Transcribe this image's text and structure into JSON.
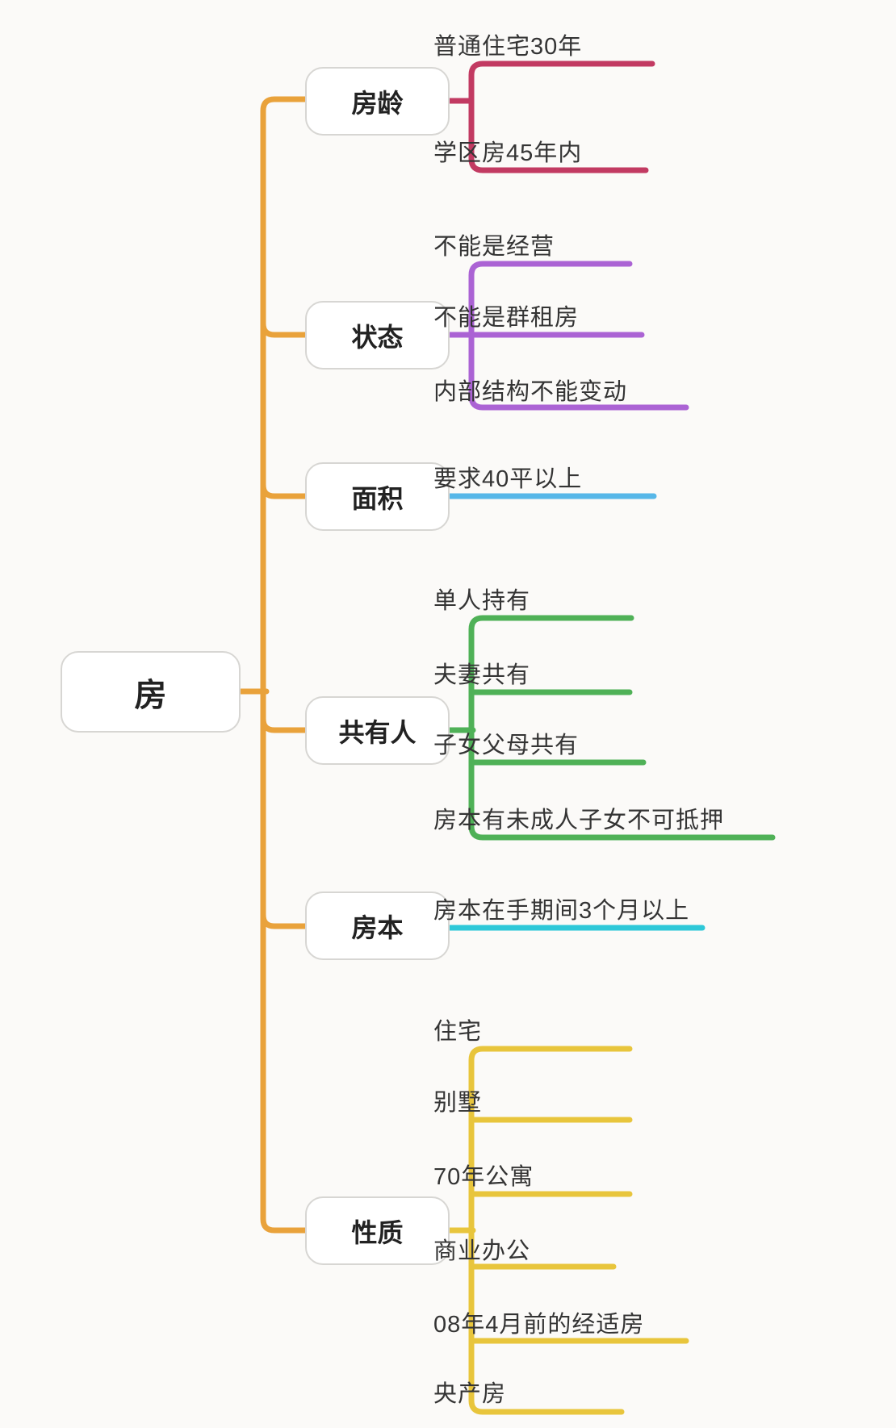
{
  "root": {
    "label": "房"
  },
  "colors": {
    "spine": "#E9A23B",
    "node_border": "#d7d6d3",
    "text": "#343434"
  },
  "branches": [
    {
      "label": "房龄",
      "color": "#C23A62",
      "children": [
        "普通住宅30年",
        "学区房45年内"
      ]
    },
    {
      "label": "状态",
      "color": "#AB63D4",
      "children": [
        "不能是经营",
        "不能是群租房",
        "内部结构不能变动"
      ]
    },
    {
      "label": "面积",
      "color": "#57B7E8",
      "children": [
        "要求40平以上"
      ]
    },
    {
      "label": "共有人",
      "color": "#4FB157",
      "children": [
        "单人持有",
        "夫妻共有",
        "子女父母共有",
        "房本有未成人子女不可抵押"
      ]
    },
    {
      "label": "房本",
      "color": "#2EC8D8",
      "children": [
        "房本在手期间3个月以上"
      ]
    },
    {
      "label": "性质",
      "color": "#E8C53C",
      "children": [
        "住宅",
        "别墅",
        "70年公寓",
        "商业办公",
        "08年4月前的经适房",
        "央产房"
      ]
    }
  ]
}
